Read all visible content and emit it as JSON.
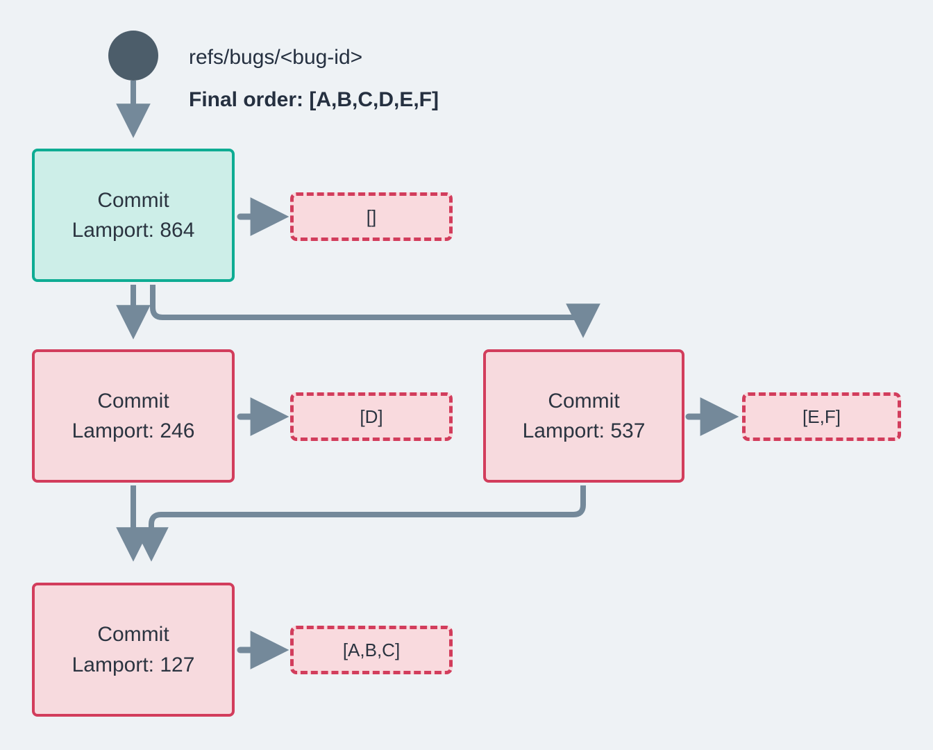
{
  "diagram": {
    "title_ref": "refs/bugs/<bug-id>",
    "final_order": "Final order: [A,B,C,D,E,F]",
    "background_color": "#eef2f5",
    "edge_color": "#74899a",
    "text_color": "#2b3440",
    "start_node": {
      "name": "start-dot",
      "color": "#4c5d6a"
    },
    "nodes": [
      {
        "id": "commit-864",
        "label": "Commit",
        "lamport": "Lamport: 864",
        "style": "teal",
        "fill": "#cdeee8",
        "stroke": "#0eac93"
      },
      {
        "id": "commit-246",
        "label": "Commit",
        "lamport": "Lamport: 246",
        "style": "pink",
        "fill": "#f7dade",
        "stroke": "#d23d5c"
      },
      {
        "id": "commit-537",
        "label": "Commit",
        "lamport": "Lamport: 537",
        "style": "pink",
        "fill": "#f7dade",
        "stroke": "#d23d5c"
      },
      {
        "id": "commit-127",
        "label": "Commit",
        "lamport": "Lamport: 127",
        "style": "pink",
        "fill": "#f7dade",
        "stroke": "#d23d5c"
      }
    ],
    "payloads": [
      {
        "id": "payload-864",
        "value": "[]"
      },
      {
        "id": "payload-246",
        "value": "[D]"
      },
      {
        "id": "payload-537",
        "value": "[E,F]"
      },
      {
        "id": "payload-127",
        "value": "[A,B,C]"
      }
    ]
  }
}
